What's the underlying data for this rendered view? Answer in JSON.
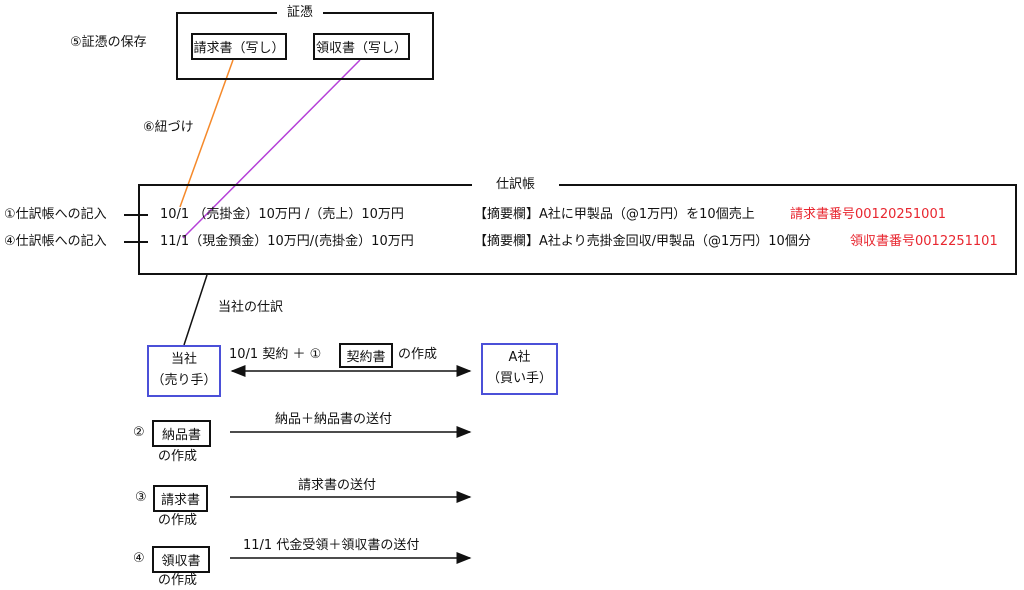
{
  "evidence": {
    "title": "証憑",
    "label": "⑤証憑の保存",
    "invoice_copy": "請求書（写し）",
    "receipt_copy": "領収書（写し）"
  },
  "link_label": "⑥紐づけ",
  "journal": {
    "title": "仕訳帳",
    "rows": [
      {
        "label": "①仕訳帳への記入",
        "entry": "10/1 （売掛金）10万円 /（売上）10万円",
        "memo": "【摘要欄】A社に甲製品（@1万円）を10個売上",
        "ref": "請求書番号00120251001"
      },
      {
        "label": "④仕訳帳への記入",
        "entry": "11/1（現金預金）10万円/(売掛金）10万円",
        "memo": "【摘要欄】A社より売掛金回収/甲製品（@1万円）10個分",
        "ref": "領収書番号0012251101"
      }
    ]
  },
  "own_journal_label": "当社の仕訳",
  "seller": {
    "name": "当社",
    "role": "（売り手）"
  },
  "buyer": {
    "name": "A社",
    "role": "（買い手）"
  },
  "contract": {
    "prefix": "10/1 契約 ＋ ①",
    "doc": "契約書",
    "suffix": "の作成"
  },
  "steps": [
    {
      "num": "②",
      "doc": "納品書",
      "suffix": "の作成",
      "action": "納品＋納品書の送付"
    },
    {
      "num": "③",
      "doc": "請求書",
      "suffix": "の作成",
      "action": "請求書の送付"
    },
    {
      "num": "④",
      "doc": "領収書",
      "suffix": "の作成",
      "action": "11/1 代金受領＋領収書の送付"
    }
  ],
  "colors": {
    "party_border": "#4b50d8",
    "ref_text": "#e8262f",
    "invoice_link": "#f5892a",
    "receipt_link": "#b540d8"
  }
}
